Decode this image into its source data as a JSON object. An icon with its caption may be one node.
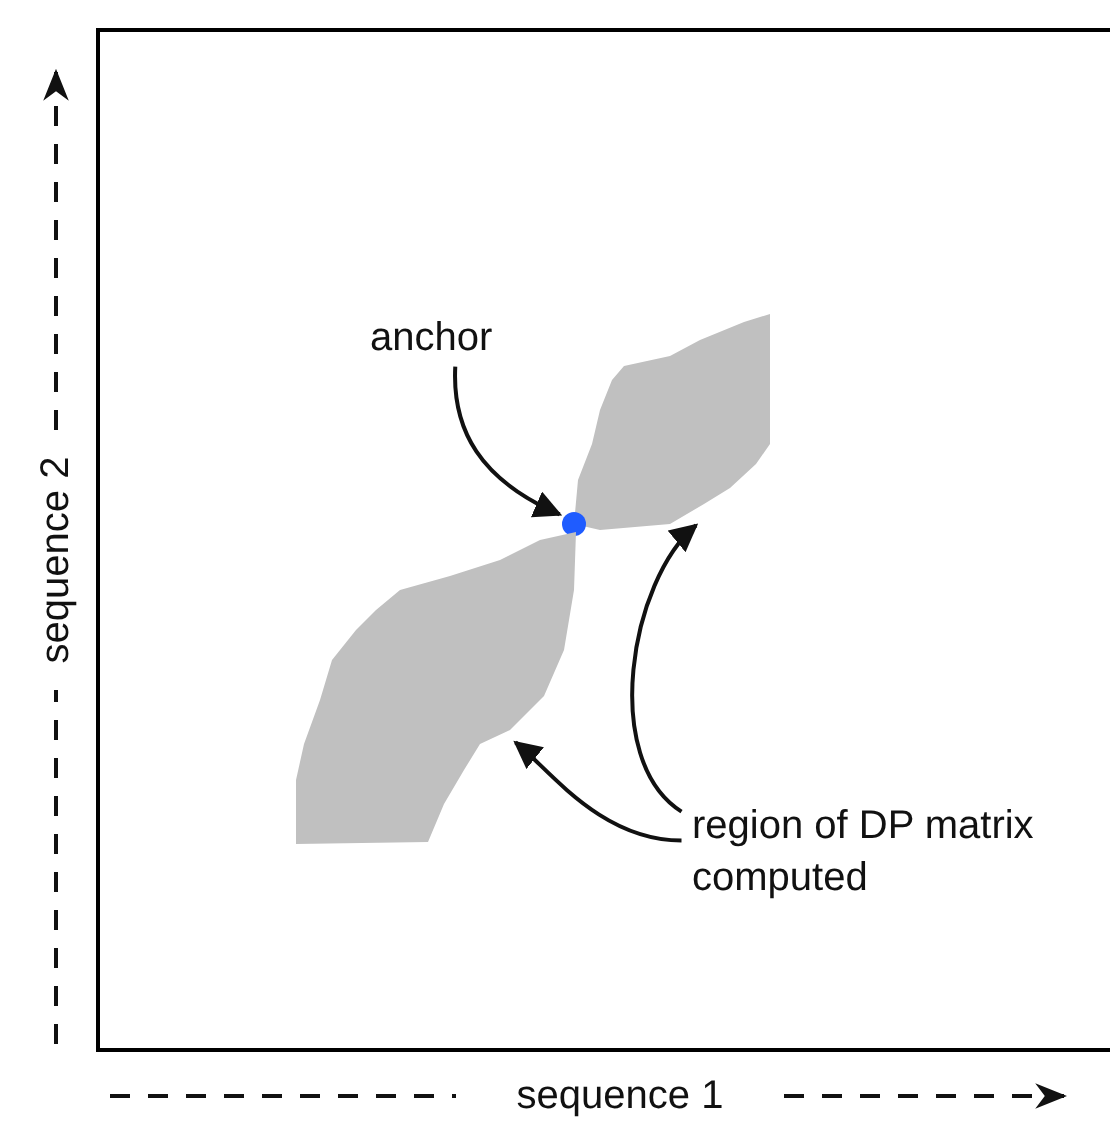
{
  "diagram": {
    "nodes": [
      {
        "text": [
          "anchor"
        ]
      },
      {
        "text": [],
        "shape": "blob"
      },
      {
        "text": [],
        "shape": "circle"
      },
      {
        "text": [],
        "shape": "blob"
      },
      {
        "text": [
          "region of DP matrix computed"
        ]
      }
    ],
    "edges": [
      {
        "from": 0,
        "to": 2,
        "arrow": "to"
      },
      {
        "from": 4,
        "to": 1,
        "arrow": "to"
      },
      {
        "from": 4,
        "to": 3,
        "arrow": "to"
      }
    ],
    "labels": [
      "sequence 2",
      "sequence 1"
    ]
  }
}
